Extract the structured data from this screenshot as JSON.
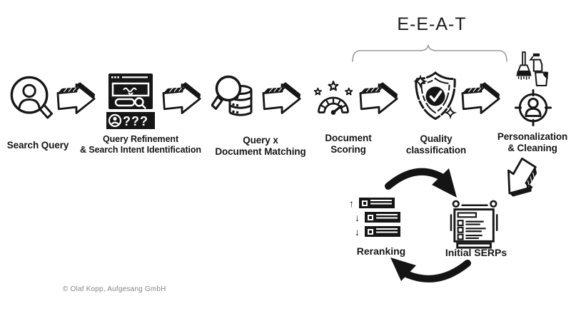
{
  "eeat": {
    "title": "E-E-A-T"
  },
  "flow": {
    "stages": [
      {
        "line1": "Search Query"
      },
      {
        "line1": "Query Refinement",
        "line2": "& Search Intent Identification",
        "badge_text": "???"
      },
      {
        "line1": "Query x",
        "line2": "Document Matching"
      },
      {
        "line1": "Document",
        "line2": "Scoring"
      },
      {
        "line1": "Quality",
        "line2": "classification"
      },
      {
        "line1": "Personalization",
        "line2": "& Cleaning"
      }
    ]
  },
  "cycle": {
    "reranking": {
      "label": "Reranking",
      "rank_marks": [
        "↑",
        "↓",
        "↓"
      ]
    },
    "serps": {
      "label": "Initial SERPs"
    }
  },
  "footer": {
    "copyright": "© Olaf Kopp, Aufgesang GmbH"
  },
  "colors": {
    "ink": "#161616",
    "muted": "#868686",
    "brace": "#9c9c9c"
  }
}
